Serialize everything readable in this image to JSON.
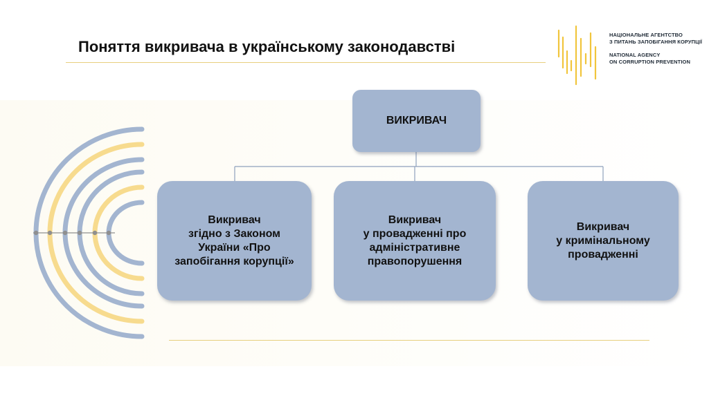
{
  "slide": {
    "title": "Поняття викривача в українському законодавстві"
  },
  "logo": {
    "line1": "НАЦІОНАЛЬНЕ АГЕНТСТВО",
    "line2": "З ПИТАНЬ ЗАПОБІГАННЯ КОРУПЦІЇ",
    "line3": "NATIONAL AGENCY",
    "line4": "ON CORRUPTION PREVENTION",
    "accent_color": "#f1c53c"
  },
  "diagram": {
    "root": "ВИКРИВАЧ",
    "children": [
      "Викривач\nзгідно з Законом\nУкраїни «Про\nзапобігання корупції»",
      "Викривач\nу провадженні про\nадміністративне\nправопорушення",
      "Викривач\nу кримінальному\nпровадженні"
    ],
    "box_color": "#a3b5d0",
    "connector_color": "#8ea1bd"
  },
  "decoration": {
    "arc_colors": [
      "#a3b5d0",
      "#f7db8e"
    ]
  }
}
